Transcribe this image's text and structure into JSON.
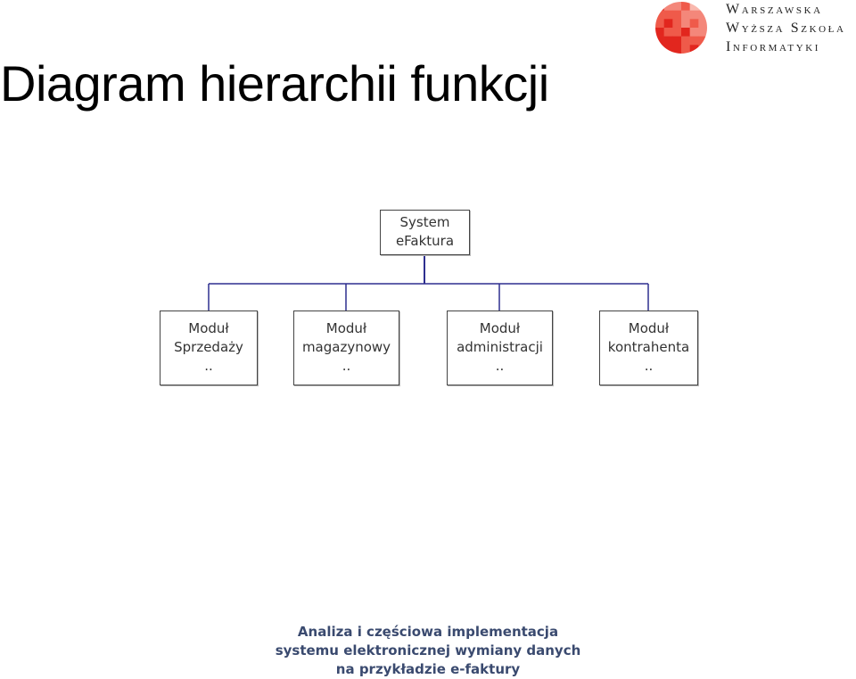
{
  "title": "Diagram hierarchii funkcji",
  "logo": {
    "lines": [
      "Warszawska",
      "Wyższa Szkoła",
      "Informatyki"
    ],
    "colors": [
      "#e2261e",
      "#ef5a4a",
      "#f4877a",
      "#f9b8ae"
    ]
  },
  "diagram": {
    "root": {
      "lines": [
        "System",
        "eFaktura"
      ]
    },
    "children": [
      {
        "lines": [
          "Moduł",
          "Sprzedaży",
          ".."
        ]
      },
      {
        "lines": [
          "Moduł",
          "magazynowy",
          ".."
        ]
      },
      {
        "lines": [
          "Moduł",
          "administracji",
          ".."
        ]
      },
      {
        "lines": [
          "Moduł",
          "kontrahenta",
          ".."
        ]
      }
    ],
    "connector_color": "#2e2f8f"
  },
  "footer": {
    "lines": [
      "Analiza i częściowa implementacja",
      "systemu elektronicznej wymiany danych",
      "na przykładzie e-faktury"
    ]
  }
}
